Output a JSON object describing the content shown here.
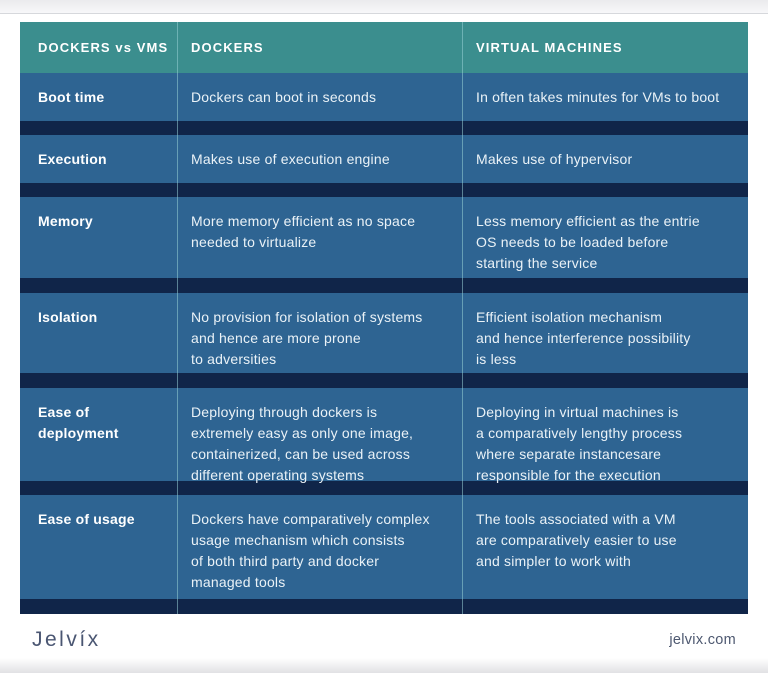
{
  "colors": {
    "header_teal": "#3B8E8E",
    "row_blue": "#2E6492",
    "divider_navy": "#102549",
    "column_separator": "#97D0D3",
    "header_text": "#FFFFFF",
    "cell_text": "#EAF2F7",
    "footer_text": "#4D5870"
  },
  "chart_data": {
    "type": "table",
    "title": "DOCKERS vs VMS",
    "columns": [
      "DOCKERS vs VMS",
      "DOCKERS",
      "VIRTUAL MACHINES"
    ],
    "rows": [
      [
        "Boot time",
        "Dockers can boot in seconds",
        "In often takes minutes for VMs to boot"
      ],
      [
        "Execution",
        "Makes use of execution engine",
        "Makes use of hypervisor"
      ],
      [
        "Memory",
        "More memory efficient as no space needed to virtualize",
        "Less memory efficient as the entrie OS needs to be loaded before starting the service"
      ],
      [
        "Isolation",
        "No provision for isolation of systems and hence are more prone to adversities",
        "Efficient isolation mechanism and hence interference possibility is less"
      ],
      [
        "Ease of deployment",
        "Deploying through dockers is extremely easy as only one image, containerized, can be used across different operating systems",
        "Deploying in virtual machines is a comparatively lengthy process where separate instancesare responsible for the execution"
      ],
      [
        "Ease of usage",
        "Dockers have comparatively complex usage mechanism which consists of both third party and docker managed tools",
        "The tools associated with a VM are comparatively easier to use and simpler to work with"
      ]
    ]
  },
  "table": {
    "header": {
      "col1": "DOCKERS vs VMS",
      "col2": "DOCKERS",
      "col3": "VIRTUAL MACHINES"
    },
    "rows": [
      {
        "label": "Boot time",
        "dockers": "Dockers can boot in seconds",
        "vms": "In often takes minutes for VMs to boot"
      },
      {
        "label": "Execution",
        "dockers": "Makes use of execution engine",
        "vms": "Makes use of hypervisor"
      },
      {
        "label": "Memory",
        "dockers": "More memory efficient as no space\nneeded to virtualize",
        "vms": "Less memory efficient as the entrie\nOS needs to be loaded before\nstarting the service"
      },
      {
        "label": "Isolation",
        "dockers": "No provision for isolation of systems\nand hence are more prone\nto adversities",
        "vms": "Efficient isolation mechanism\nand hence interference possibility\nis less"
      },
      {
        "label": "Ease of\ndeployment",
        "dockers": "Deploying through dockers is\nextremely easy as only one image,\ncontainerized, can be used across\ndifferent operating systems",
        "vms": "Deploying in virtual machines is\na comparatively lengthy process\nwhere separate instancesare\nresponsible for the execution"
      },
      {
        "label": "Ease of usage",
        "dockers": "Dockers have comparatively complex\nusage mechanism which consists\nof both third party and docker\nmanaged tools",
        "vms": "The tools associated with a VM\nare comparatively easier to use\nand simpler to work with"
      }
    ]
  },
  "footer": {
    "logo": "Jelvíx",
    "website": "jelvix.com"
  }
}
